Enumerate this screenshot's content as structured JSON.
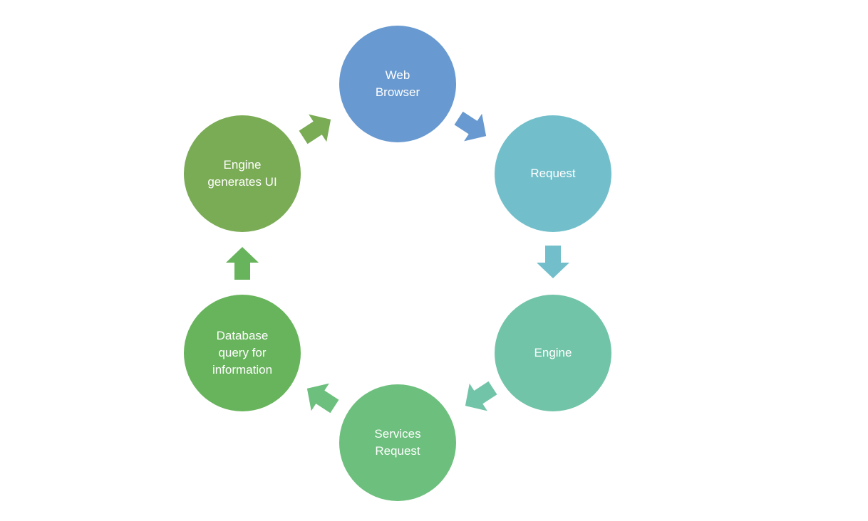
{
  "diagram": {
    "nodes": [
      {
        "id": "web-browser",
        "label": "Web\nBrowser",
        "color": "#6899d0"
      },
      {
        "id": "request",
        "label": "Request",
        "color": "#72bfcb"
      },
      {
        "id": "engine",
        "label": "Engine",
        "color": "#72c4a8"
      },
      {
        "id": "services-request",
        "label": "Services\nRequest",
        "color": "#6cbf7c"
      },
      {
        "id": "database-query",
        "label": "Database\nquery for\ninformation",
        "color": "#68b45c"
      },
      {
        "id": "engine-generates-ui",
        "label": "Engine\ngenerates UI",
        "color": "#7aab55"
      }
    ],
    "arrows": [
      {
        "from": "web-browser",
        "to": "request",
        "color": "#6899d0"
      },
      {
        "from": "request",
        "to": "engine",
        "color": "#72bfcb"
      },
      {
        "from": "engine",
        "to": "services-request",
        "color": "#72c4a8"
      },
      {
        "from": "services-request",
        "to": "database-query",
        "color": "#6cbf7c"
      },
      {
        "from": "database-query",
        "to": "engine-generates-ui",
        "color": "#68b45c"
      },
      {
        "from": "engine-generates-ui",
        "to": "web-browser",
        "color": "#7aab55"
      }
    ]
  }
}
